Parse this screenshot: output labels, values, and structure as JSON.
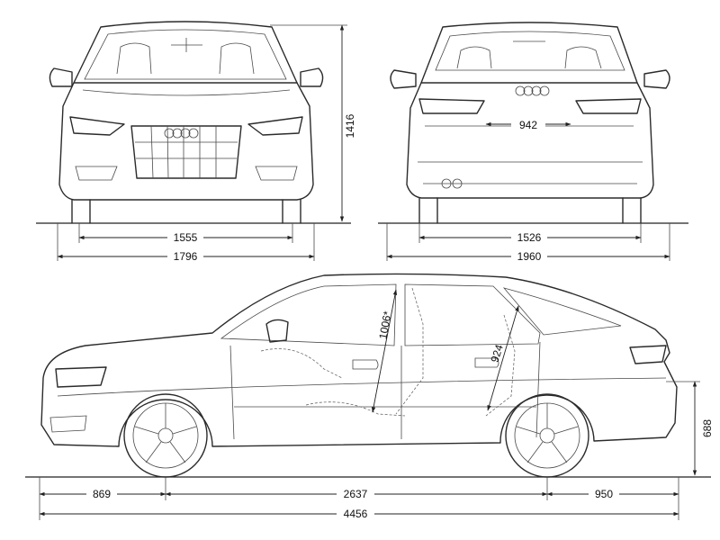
{
  "views": {
    "front": {
      "height_label": "1416",
      "track_label": "1555",
      "width_label": "1796"
    },
    "rear": {
      "rear_window_label": "942",
      "track_label": "1526",
      "width_mirrors_label": "1960"
    },
    "side": {
      "front_overhang_label": "869",
      "wheelbase_label": "2637",
      "rear_overhang_label": "950",
      "length_label": "4456",
      "headroom_front_label": "1006*",
      "headroom_rear_label": "924",
      "boot_height_label": "688"
    }
  }
}
